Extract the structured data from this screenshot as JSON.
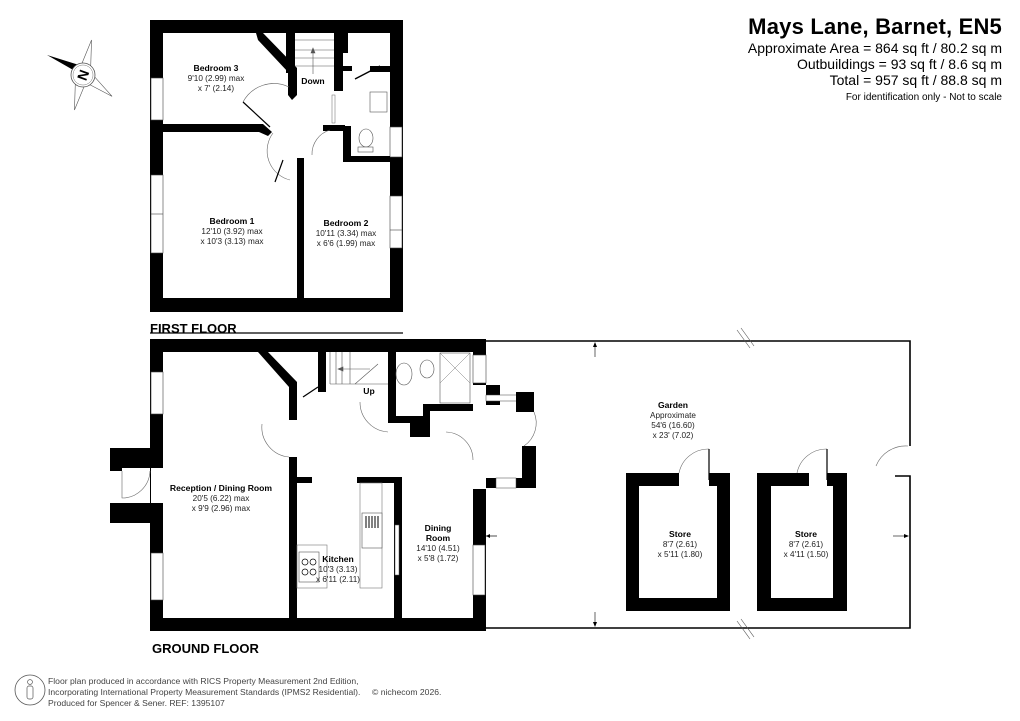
{
  "header": {
    "title": "Mays Lane, Barnet, EN5",
    "area": "Approximate Area = 864 sq ft / 80.2 sq m",
    "outbuildings": "Outbuildings = 93 sq ft / 8.6 sq m",
    "total": "Total = 957 sq ft / 88.8 sq m",
    "note": "For identification only - Not to scale"
  },
  "compass": {
    "icon": "compass-north-icon",
    "letter": "N"
  },
  "first_floor": {
    "label": "FIRST FLOOR",
    "stairs_label": "Down",
    "rooms": [
      {
        "name": "Bedroom 3",
        "dim1": "9'10 (2.99) max",
        "dim2": "x 7' (2.14)"
      },
      {
        "name": "Bedroom 1",
        "dim1": "12'10 (3.92) max",
        "dim2": "x 10'3 (3.13) max"
      },
      {
        "name": "Bedroom 2",
        "dim1": "10'11 (3.34) max",
        "dim2": "x 6'6 (1.99) max"
      }
    ]
  },
  "ground_floor": {
    "label": "GROUND FLOOR",
    "stairs_label": "Up",
    "rooms": [
      {
        "name": "Reception / Dining Room",
        "dim1": "20'5 (6.22) max",
        "dim2": "x 9'9 (2.96) max"
      },
      {
        "name": "Kitchen",
        "dim1": "10'3 (3.13)",
        "dim2": "x 6'11 (2.11)"
      },
      {
        "name_line1": "Dining",
        "name_line2": "Room",
        "dim1": "14'10 (4.51)",
        "dim2": "x 5'8 (1.72)"
      },
      {
        "name": "Garden",
        "sub": "Approximate",
        "dim1": "54'6 (16.60)",
        "dim2": "x 23' (7.02)"
      },
      {
        "name": "Store",
        "dim1": "8'7 (2.61)",
        "dim2": "x 5'11 (1.80)"
      },
      {
        "name": "Store",
        "dim1": "8'7 (2.61)",
        "dim2": "x 4'11 (1.50)"
      }
    ]
  },
  "footer": {
    "line1": "Floor plan produced in accordance with RICS Property Measurement 2nd Edition,",
    "line2": "Incorporating International Property Measurement Standards (IPMS2 Residential).",
    "line3": "Produced for Spencer & Sener.   REF: 1395107",
    "copyright": "© nichecom 2026."
  }
}
